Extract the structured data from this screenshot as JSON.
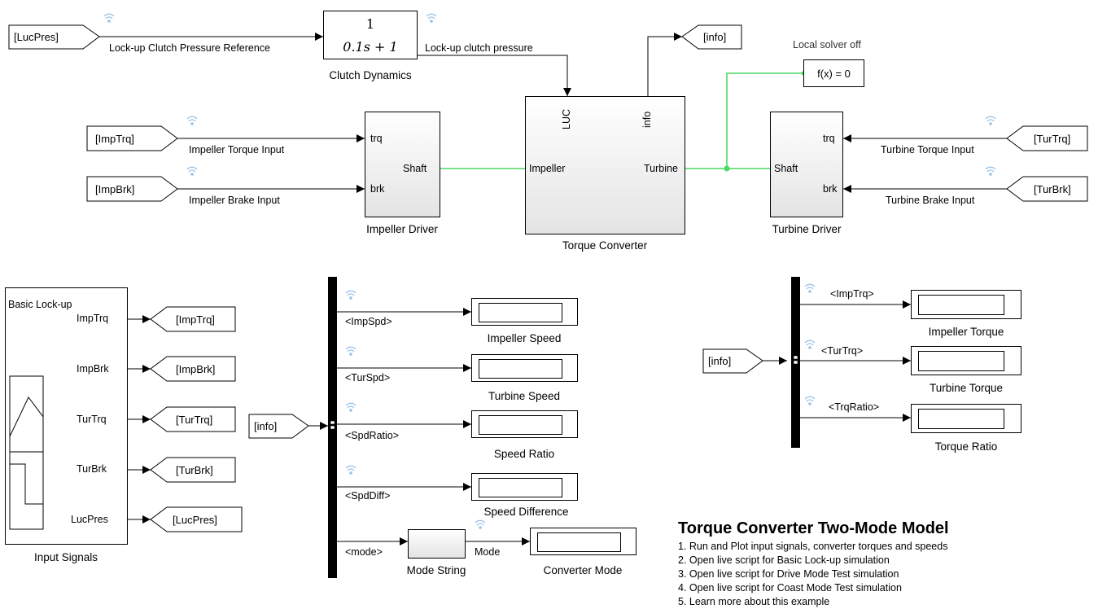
{
  "tags": {
    "lucpres_top": "[LucPres]",
    "info_top": "[info]",
    "imptrq_left": "[ImpTrq]",
    "impbrk_left": "[ImpBrk]",
    "turtrq_right": "[TurTrq]",
    "turbrk_right": "[TurBrk]",
    "out_imptrq": "[ImpTrq]",
    "out_impbrk": "[ImpBrk]",
    "out_turtrq": "[TurTrq]",
    "out_turbrk": "[TurBrk]",
    "out_lucpres": "[LucPres]",
    "info_mid": "[info]",
    "info_right": "[info]"
  },
  "signals": {
    "lockup_ref": "Lock-up Clutch Pressure Reference",
    "lockup_pressure": "Lock-up clutch pressure",
    "impeller_torque_input": "Impeller Torque Input",
    "impeller_brake_input": "Impeller Brake Input",
    "turbine_torque_input": "Turbine Torque Input",
    "turbine_brake_input": "Turbine Brake Input",
    "imp_spd": "<ImpSpd>",
    "tur_spd": "<TurSpd>",
    "spd_ratio": "<SpdRatio>",
    "spd_diff": "<SpdDiff>",
    "mode": "<mode>",
    "mode_out": "Mode",
    "imp_trq": "<ImpTrq>",
    "tur_trq": "<TurTrq>",
    "trq_ratio": "<TrqRatio>"
  },
  "blocks": {
    "clutch_dynamics": {
      "numerator": "1",
      "denominator": "0.1s + 1",
      "caption": "Clutch Dynamics"
    },
    "solver": {
      "label": "f(x) = 0",
      "caption": "Local solver off"
    },
    "impeller_driver": {
      "caption": "Impeller Driver",
      "ports": [
        "trq",
        "Shaft",
        "brk"
      ]
    },
    "torque_converter": {
      "caption": "Torque Converter",
      "ports": [
        "LUC",
        "info",
        "Impeller",
        "Turbine"
      ]
    },
    "turbine_driver": {
      "caption": "Turbine Driver",
      "ports": [
        "trq",
        "Shaft",
        "brk"
      ]
    },
    "input_signals": {
      "caption": "Input Signals",
      "title": "Basic Lock-up",
      "ports": [
        "ImpTrq",
        "ImpBrk",
        "TurTrq",
        "TurBrk",
        "LucPres"
      ]
    },
    "mode_string": {
      "caption": "Mode String"
    },
    "displays": {
      "impeller_speed": "Impeller Speed",
      "turbine_speed": "Turbine Speed",
      "speed_ratio": "Speed Ratio",
      "speed_difference": "Speed Difference",
      "converter_mode": "Converter Mode",
      "impeller_torque": "Impeller Torque",
      "turbine_torque": "Turbine Torque",
      "torque_ratio": "Torque Ratio"
    }
  },
  "notes": {
    "title": "Torque Converter Two-Mode Model",
    "items": [
      "1. Run and Plot input signals, converter torques and speeds",
      "2. Open live script for Basic Lock-up simulation",
      "3. Open live script for Drive Mode Test simulation",
      "4. Open live script for Coast Mode Test simulation",
      "5. Learn more about this example"
    ]
  },
  "colors": {
    "physical_line": "#4cd964",
    "signal_line": "#000000",
    "wifi_icon": "#9ec3e6"
  }
}
